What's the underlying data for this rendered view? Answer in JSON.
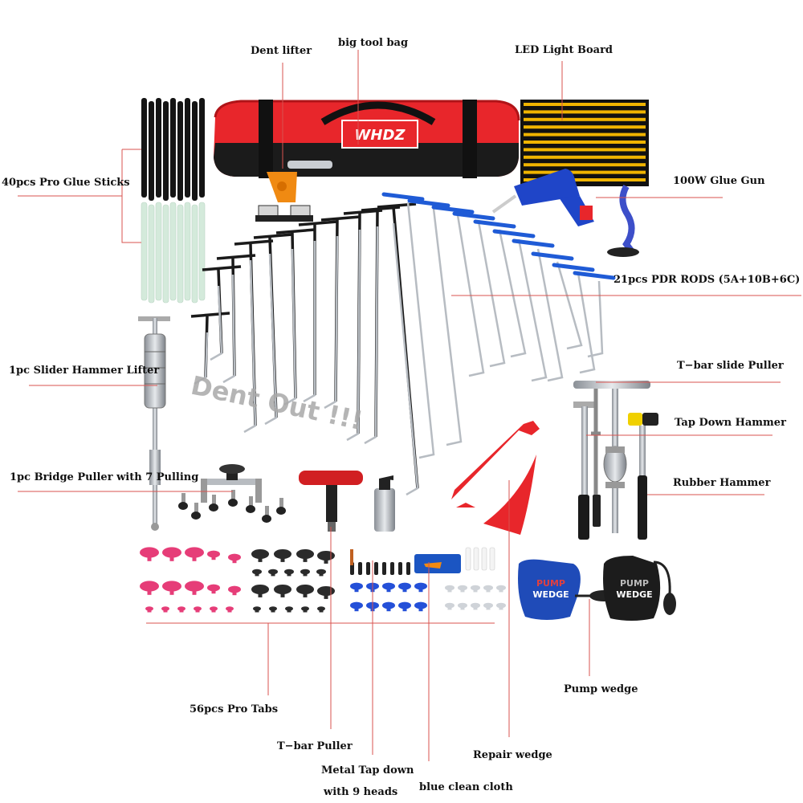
{
  "labels": {
    "dent_lifter": "Dent lifter",
    "big_tool_bag": "big tool bag",
    "led_light_board": "LED Light Board",
    "glue_sticks": "40pcs Pro Glue Sticks",
    "glue_gun": "100W Glue Gun",
    "pdr_rods": "21pcs PDR RODS (5A+10B+6C)",
    "slider_hammer": "1pc Slider Hammer Lifter",
    "tbar_slide_puller": "T−bar slide Puller",
    "tap_down_hammer": "Tap Down Hammer",
    "bridge_puller": "1pc Bridge Puller with 7 Pulling",
    "rubber_hammer": "Rubber Hammer",
    "pump_wedge": "Pump wedge",
    "pro_tabs": "56pcs Pro Tabs",
    "tbar_puller": "T−bar Puller",
    "repair_wedge": "Repair wedge",
    "metal_tap_down_line1": "Metal Tap down",
    "metal_tap_down_line2": "with 9 heads",
    "blue_clean_cloth": "blue clean cloth"
  },
  "bag_brand": "WHDZ",
  "watermark": "Dent Out !!!",
  "pump_wedge_text_1": "PUMP",
  "pump_wedge_text_2": "WEDGE",
  "colors": {
    "leader_line": "#d9534f",
    "bag_red": "#e8262b",
    "rod_blue": "#1f5bd6",
    "tab_pink": "#e63d78",
    "tab_black": "#2b2b2b",
    "tab_blue": "#2450d8",
    "wedge_red": "#e8262b",
    "light_board_yellow": "#f0b400"
  },
  "icons": [
    "glue-sticks-icon",
    "tool-bag-icon",
    "dent-lifter-icon",
    "led-light-board-icon",
    "glue-gun-icon",
    "pdr-rods-icon",
    "slide-hammer-icon",
    "bridge-puller-icon",
    "t-bar-puller-icon",
    "spray-bottle-icon",
    "repair-wedge-icon",
    "tap-down-hammer-icon",
    "rubber-hammer-icon",
    "pump-wedge-icon",
    "pro-tabs-icon",
    "clean-cloth-icon"
  ]
}
